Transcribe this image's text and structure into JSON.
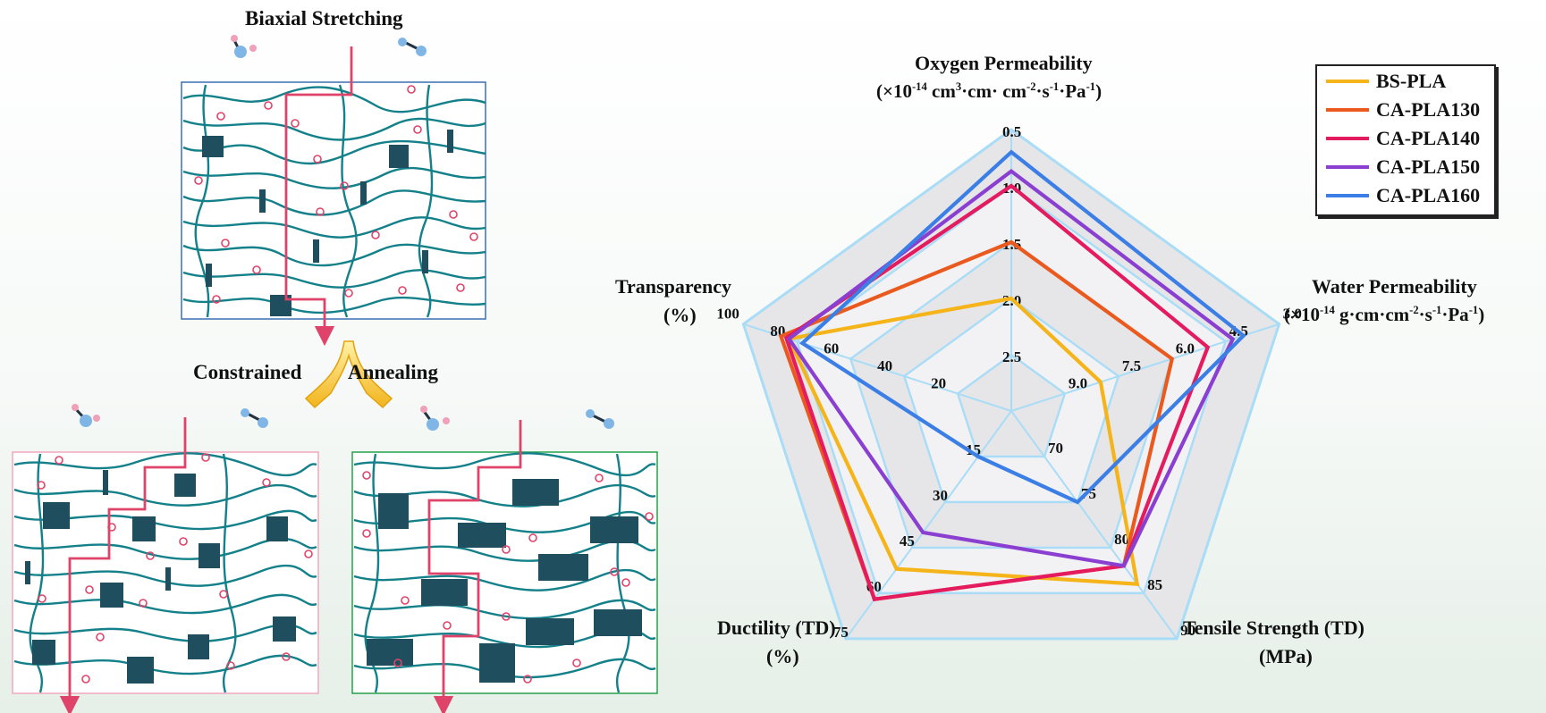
{
  "left_panel": {
    "top_title": "Biaxial Stretching",
    "middle_title_left": "Constrained",
    "middle_title_right": "Annealing"
  },
  "radar": {
    "axes": [
      {
        "name": "Oxygen Permeability",
        "unit_html": "(×10<sup>-14</sup> cm<sup>3</sup>·cm· cm<sup>-2</sup>·s<sup>-1</sup>·Pa<sup>-1</sup>)",
        "ticks": [
          "0.5",
          "1.0",
          "1.5",
          "2.0",
          "2.5"
        ]
      },
      {
        "name": "Water Permeability",
        "unit_html": "(×10<sup>-14</sup> g·cm·cm<sup>-2</sup>·s<sup>-1</sup>·Pa<sup>-1</sup>)",
        "ticks": [
          "3.0",
          "4.5",
          "6.0",
          "7.5",
          "9.0"
        ]
      },
      {
        "name": "Tensile Strength (TD)",
        "unit_html": "(MPa)",
        "ticks": [
          "90",
          "85",
          "80",
          "75",
          "70"
        ]
      },
      {
        "name": "Ductility (TD)",
        "unit_html": "(%)",
        "ticks": [
          "75",
          "60",
          "45",
          "30",
          "15"
        ]
      },
      {
        "name": "Transparency",
        "unit_html": "(%)",
        "ticks": [
          "100",
          "80",
          "60",
          "40",
          "20"
        ]
      }
    ],
    "series": [
      {
        "name": "BS-PLA",
        "color": "#f5b41a",
        "values": [
          2.0,
          8.0,
          84.0,
          52.0,
          83.0
        ]
      },
      {
        "name": "CA-PLA130",
        "color": "#ea5a1e",
        "values": [
          1.5,
          6.0,
          82.0,
          62.0,
          86.0
        ]
      },
      {
        "name": "CA-PLA140",
        "color": "#e41b5f",
        "values": [
          1.0,
          5.0,
          82.0,
          62.0,
          84.0
        ]
      },
      {
        "name": "CA-PLA150",
        "color": "#8a3fd1",
        "values": [
          0.87,
          4.3,
          82.0,
          40.0,
          83.0
        ]
      },
      {
        "name": "CA-PLA160",
        "color": "#3b7fe6",
        "values": [
          0.7,
          4.0,
          75.0,
          15.0,
          78.0
        ]
      }
    ]
  }
}
